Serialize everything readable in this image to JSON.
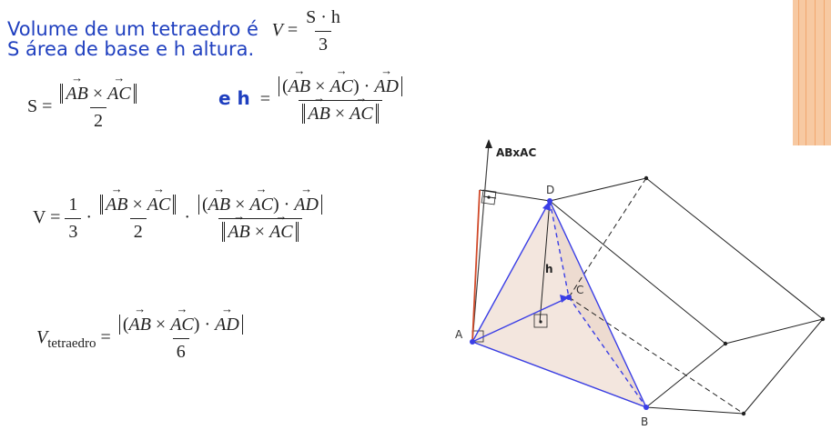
{
  "heading": {
    "line1": "Volume de um  tetraedro é",
    "formula_lhs": "V",
    "formula_num": "S · h",
    "formula_den": "3",
    "line2": "S área de base e h altura."
  },
  "formulas": {
    "s_label": "S =",
    "and_h": "e h",
    "eq": "=",
    "two": "2",
    "one": "1",
    "three": "3",
    "six": "6",
    "v_label": "V =",
    "vt_label": "V",
    "vt_sub": "tetraedro",
    "vec_ab": "AB",
    "vec_ac": "AC",
    "vec_ad": "AD",
    "times": "×",
    "cdot": "·"
  },
  "figure": {
    "label_normal": "ABxAC",
    "label_a": "A",
    "label_b": "B",
    "label_c": "C",
    "label_d": "D",
    "label_h": "h",
    "colors": {
      "tetra": "#3a3ee6",
      "fill": "#f3e6de",
      "normal": "#d04a2a",
      "line": "#222222"
    }
  }
}
